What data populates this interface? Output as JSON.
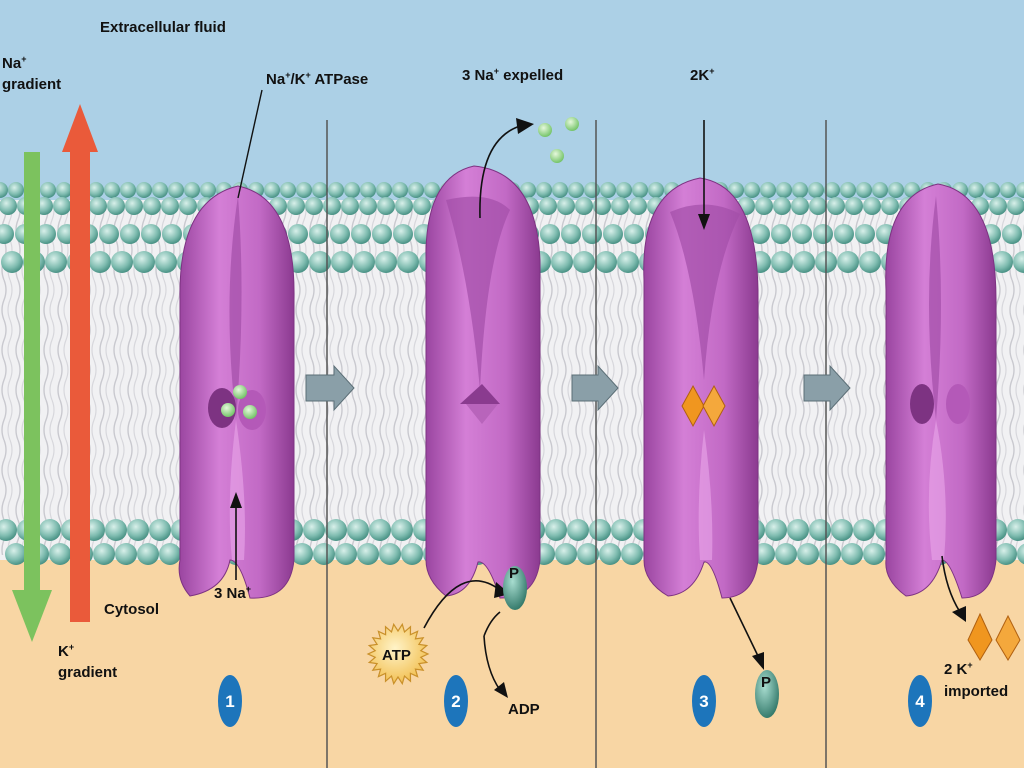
{
  "labels": {
    "extracellular": "Extracellular fluid",
    "na_gradient_1": "Na",
    "na_gradient_sup": "+",
    "na_gradient_2": "gradient",
    "k_gradient_1": "K",
    "k_gradient_sup": "+",
    "k_gradient_2": "gradient",
    "cytosol": "Cytosol",
    "pump_name_a": "Na",
    "pump_name_sup1": "+",
    "pump_name_b": "/K",
    "pump_name_sup2": "+",
    "pump_name_c": " ATPase",
    "na_in_a": "3 Na",
    "na_in_sup": "+",
    "na_out_a": "3 Na",
    "na_out_sup": "+",
    "na_out_b": " expelled",
    "k_out_a": "2K",
    "k_out_sup": "+",
    "atp": "ATP",
    "adp": "ADP",
    "p1": "P",
    "p2": "P",
    "k_in_a": "2 K",
    "k_in_sup": "+",
    "k_in_b": "imported"
  },
  "steps": [
    "1",
    "2",
    "3",
    "4"
  ],
  "colors": {
    "sky": "#acd0e6",
    "cytosol": "#f8d6a4",
    "pump": "#c467c6",
    "pump_dark": "#8e3b91",
    "sodium": "#9fd58b",
    "potassium": "#f0961f",
    "phosphate": "#4d9a8c",
    "atp": "#f5c34a",
    "step_badge": "#1d75bb",
    "na_arrow": "#7cc25e",
    "k_arrow": "#ea5a3a"
  }
}
